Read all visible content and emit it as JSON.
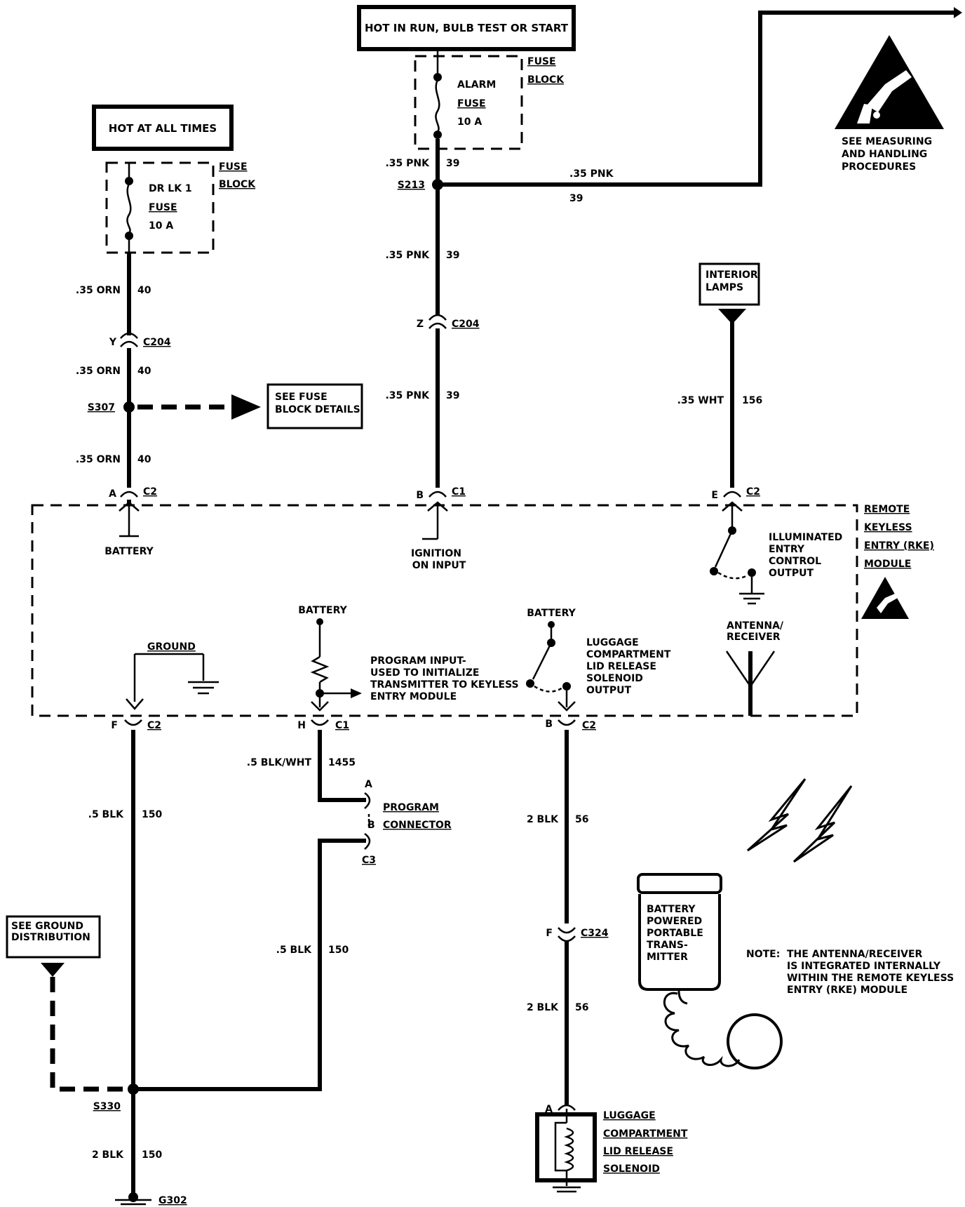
{
  "power": {
    "hot_at_all_times": "HOT AT ALL TIMES",
    "hot_in_run": "HOT IN RUN, BULB TEST OR START"
  },
  "fuse_block": {
    "line1": "FUSE",
    "line2": "BLOCK"
  },
  "fuse_left": {
    "name": "DR LK 1",
    "word": "FUSE",
    "rating": "10 A"
  },
  "fuse_mid": {
    "name": "ALARM",
    "word": "FUSE",
    "rating": "10 A"
  },
  "esd": {
    "line1": "SEE MEASURING",
    "line2": "AND HANDLING",
    "line3": "PROCEDURES"
  },
  "wires": {
    "orn_size": ".35 ORN",
    "orn_circuit": "40",
    "pnk_size": ".35 PNK",
    "pnk_circuit": "39",
    "wht_size": ".35 WHT",
    "wht_circuit": "156",
    "blk_f_size": ".5 BLK",
    "blk_f_circuit": "150",
    "blkwht_size": ".5 BLK/WHT",
    "blkwht_circuit": "1455",
    "blk_c3_size": ".5 BLK",
    "blk_c3_circuit": "150",
    "blk56_size": "2 BLK",
    "blk56_circuit": "56",
    "blk150_size": "2 BLK",
    "blk150_circuit": "150"
  },
  "splices": {
    "s213": "S213",
    "s307": "S307",
    "s330": "S330",
    "g302": "G302"
  },
  "connectors": {
    "c204": "C204",
    "c2": "C2",
    "c1": "C1",
    "c3": "C3",
    "c324": "C324",
    "pin_y": "Y",
    "pin_z": "Z",
    "pin_a": "A",
    "pin_b": "B",
    "pin_e": "E",
    "pin_f": "F",
    "pin_h": "H"
  },
  "fuse_details": {
    "line1": "SEE FUSE",
    "line2": "BLOCK DETAILS"
  },
  "interior_lamps": {
    "line1": "INTERIOR",
    "line2": "LAMPS"
  },
  "module": {
    "line1": "REMOTE",
    "line2": "KEYLESS",
    "line3": "ENTRY (RKE)",
    "line4": "MODULE",
    "battery": "BATTERY",
    "ignition_line1": "IGNITION",
    "ignition_line2": "ON INPUT",
    "illum_line1": "ILLUMINATED",
    "illum_line2": "ENTRY",
    "illum_line3": "CONTROL",
    "illum_line4": "OUTPUT",
    "antenna_line1": "ANTENNA/",
    "antenna_line2": "RECEIVER",
    "ground": "GROUND",
    "prog_line1": "PROGRAM INPUT-",
    "prog_line2": "USED TO INITIALIZE",
    "prog_line3": "TRANSMITTER TO KEYLESS",
    "prog_line4": "ENTRY MODULE",
    "lug_line1": "LUGGAGE",
    "lug_line2": "COMPARTMENT",
    "lug_line3": "LID RELEASE",
    "lug_line4": "SOLENOID",
    "lug_line5": "OUTPUT"
  },
  "program_connector": {
    "line1": "PROGRAM",
    "line2": "CONNECTOR"
  },
  "ground_dist": {
    "line1": "SEE GROUND",
    "line2": "DISTRIBUTION"
  },
  "transmitter": {
    "line1": "BATTERY",
    "line2": "POWERED",
    "line3": "PORTABLE",
    "line4": "TRANS-",
    "line5": "MITTER"
  },
  "note": {
    "label": "NOTE:",
    "line1": "THE ANTENNA/RECEIVER",
    "line2": "IS INTEGRATED INTERNALLY",
    "line3": "WITHIN THE REMOTE KEYLESS",
    "line4": "ENTRY (RKE) MODULE"
  },
  "solenoid": {
    "line1": "LUGGAGE",
    "line2": "COMPARTMENT",
    "line3": "LID RELEASE",
    "line4": "SOLENOID"
  }
}
